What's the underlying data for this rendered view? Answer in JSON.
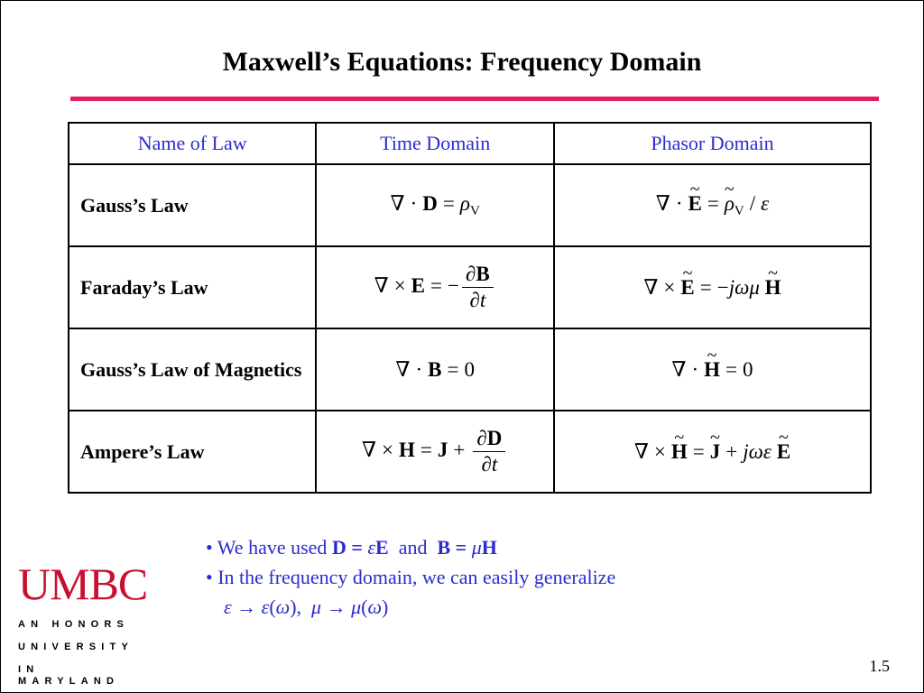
{
  "slide": {
    "title": "Maxwell’s Equations:  Frequency Domain",
    "page_number": "1.5",
    "accent_color": "#e0205a",
    "header_text_color": "#2b2bd0"
  },
  "table": {
    "headers": [
      "Name of Law",
      "Time Domain",
      "Phasor Domain"
    ],
    "rows": [
      {
        "name": "Gauss’s Law"
      },
      {
        "name": "Faraday’s Law"
      },
      {
        "name": "Gauss’s Law of Magnetics"
      },
      {
        "name": "Ampere’s Law"
      }
    ]
  },
  "notes": {
    "line1_prefix": "• We have used ",
    "line1_and": "and",
    "line2": "• In the frequency domain, we can easily generalize"
  },
  "logo": {
    "name": "UMBC",
    "tagline": [
      "AN HONORS",
      "UNIVERSITY",
      "IN MARYLAND"
    ],
    "color": "#c8102e"
  }
}
